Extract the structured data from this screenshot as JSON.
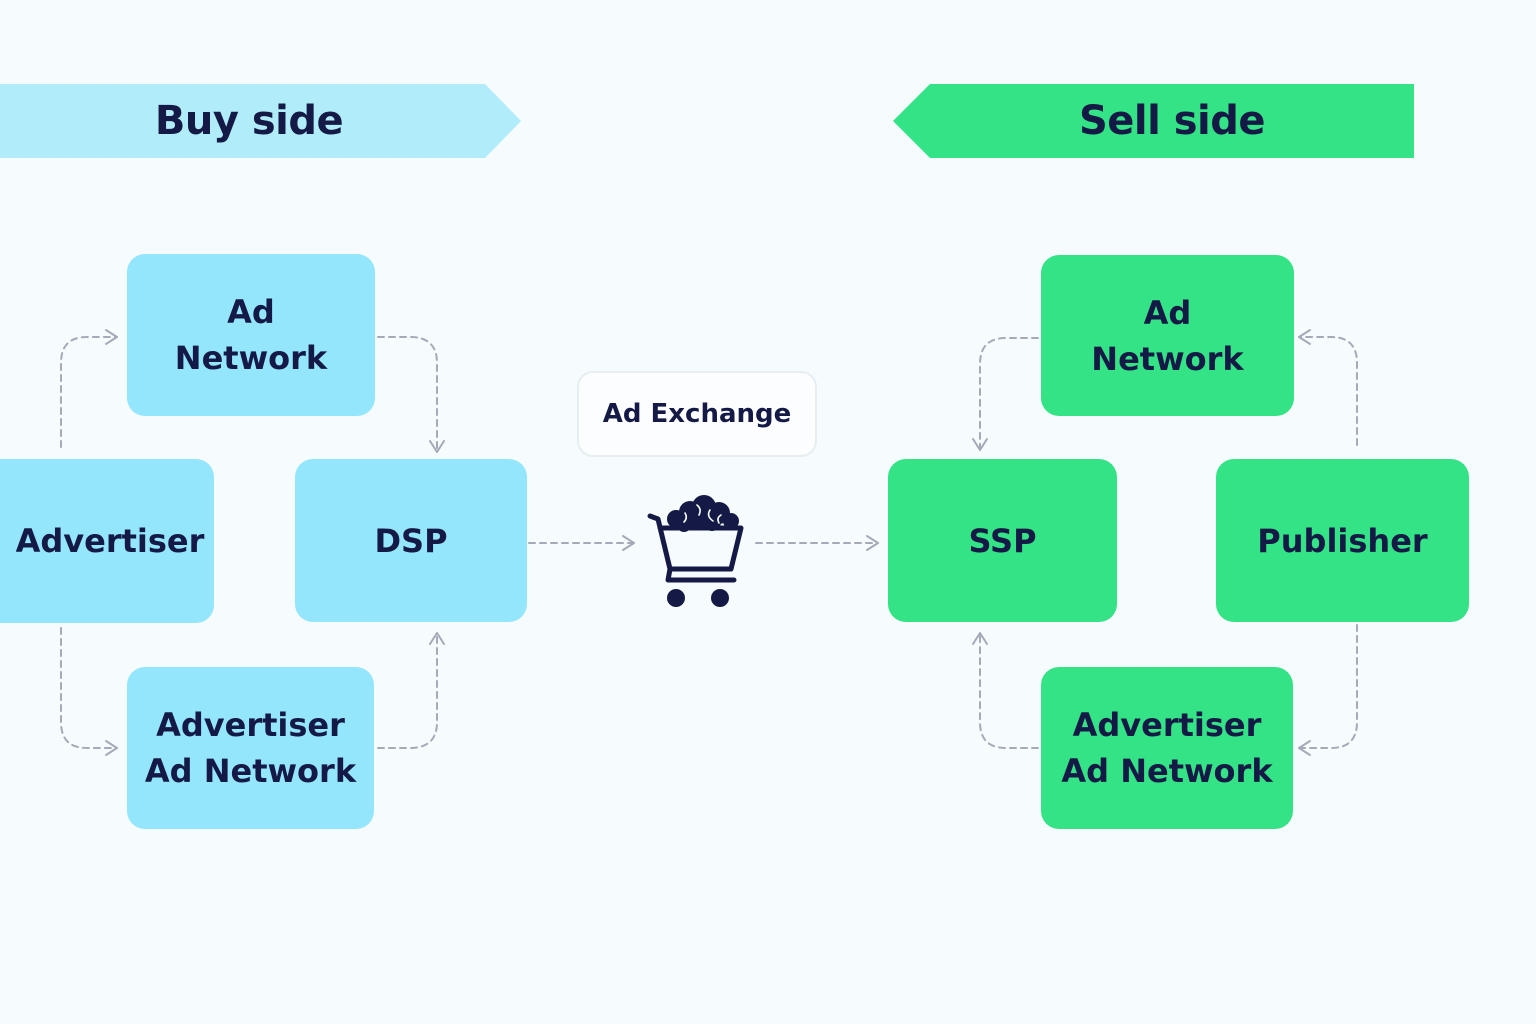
{
  "banners": {
    "buy_side": "Buy side",
    "sell_side": "Sell side"
  },
  "buy_side": {
    "ad_network": [
      "Ad",
      "Network"
    ],
    "advertiser": "Advertiser",
    "dsp": "DSP",
    "advertiser_ad_network": [
      "Advertiser",
      "Ad Network"
    ]
  },
  "exchange": {
    "label": "Ad Exchange",
    "icon": "shopping-cart-icon"
  },
  "sell_side": {
    "ad_network": [
      "Ad",
      "Network"
    ],
    "ssp": "SSP",
    "publisher": "Publisher",
    "advertiser_ad_network": [
      "Advertiser",
      "Ad Network"
    ]
  },
  "colors": {
    "buy_light": "#b1ecfb",
    "buy_node": "#93e6fb",
    "sell": "#33e385",
    "text": "#141a45",
    "connector": "#a4aab8"
  }
}
